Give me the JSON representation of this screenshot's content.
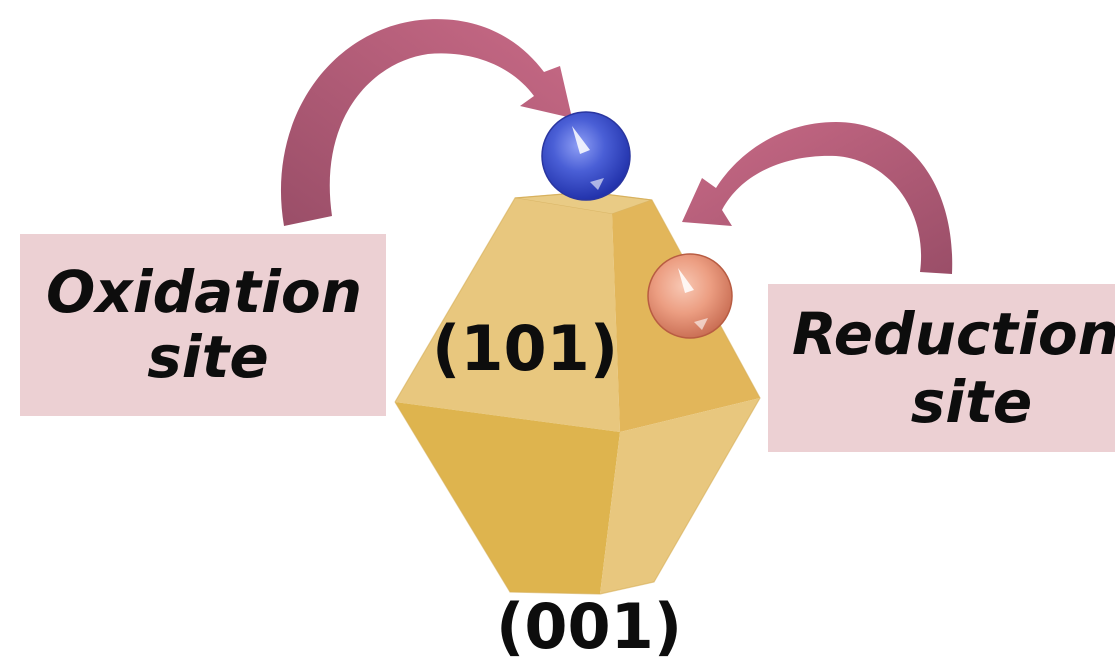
{
  "labels": {
    "oxidation_line1": "Oxidation",
    "oxidation_line2": "site",
    "reduction_line1": "Reduction",
    "reduction_line2": "site",
    "facet_101": "(101)",
    "facet_001": "(001)"
  },
  "colors": {
    "crystal_light": "#e8c77e",
    "crystal_mid": "#e2bb62",
    "crystal_dark": "#ddb24b",
    "arrow": "#b8607a",
    "label_box": "#ecd0d3",
    "hole_sphere": "#4a5fd6",
    "electron_sphere": "#ec9e82"
  },
  "shapes": {
    "crystal": "anatase-octahedron",
    "oxidation_sphere": "blue-sphere",
    "reduction_sphere": "orange-sphere",
    "arrows": "curved-arrow"
  }
}
